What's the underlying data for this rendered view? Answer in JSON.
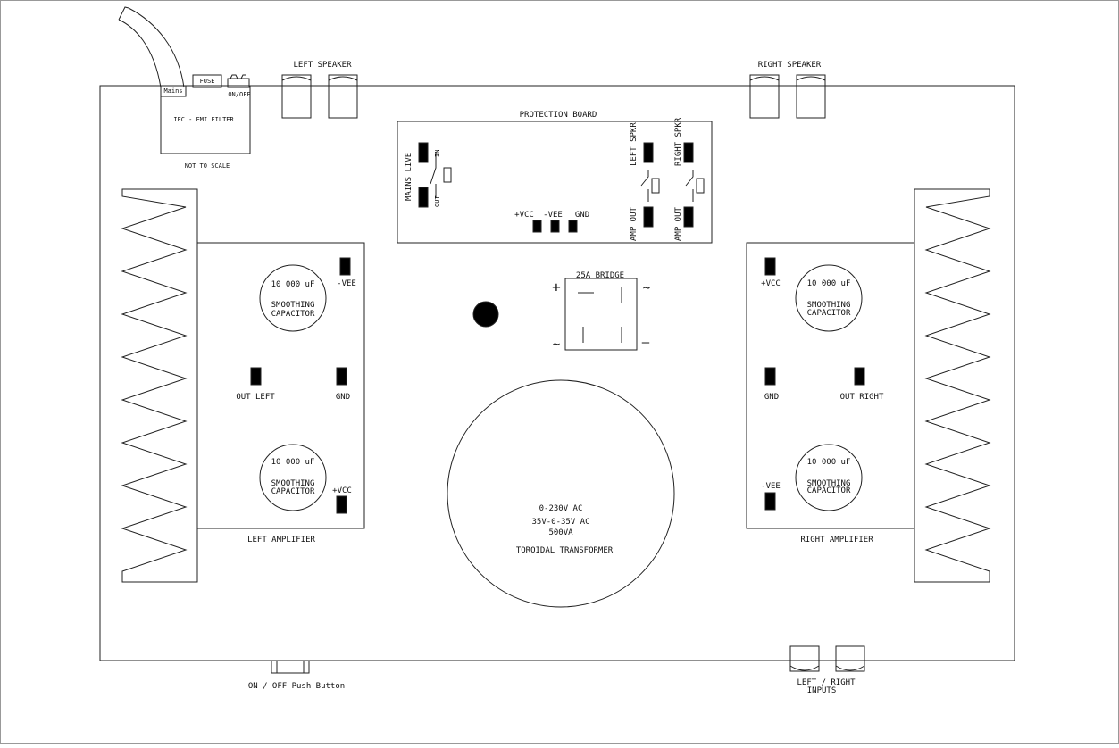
{
  "colors": {
    "line": "#222222",
    "background": "#ffffff",
    "fill": "#000000"
  },
  "labels": {
    "left_speaker": "LEFT SPEAKER",
    "right_speaker": "RIGHT SPEAKER",
    "mains": "Mains",
    "fuse": "FUSE",
    "on_off_switch": "ON/OFF",
    "iec_filter": "IEC - EMI FILTER",
    "not_to_scale": "NOT TO SCALE",
    "protection_board": "PROTECTION BOARD",
    "mains_live": "MAINS LIVE",
    "relay_in": "IN",
    "relay_out": "OUT",
    "left_spkr": "LEFT  SPKR",
    "right_spkr": "RIGHT SPKR",
    "amp_out_left": "AMP OUT",
    "amp_out_right": "AMP OUT",
    "pb_vcc": "+VCC",
    "pb_vee": "-VEE",
    "pb_gnd": "GND",
    "bridge": "25A BRIDGE",
    "bridge_plus": "+",
    "bridge_minus": "—",
    "bridge_ac": "~",
    "cap_value": "10 000 uF",
    "cap_name_1": "SMOOTHING",
    "cap_name_2": "CAPACITOR",
    "left_vee": "-VEE",
    "left_out": "OUT LEFT",
    "left_gnd": "GND",
    "left_vcc": "+VCC",
    "left_amplifier": "LEFT AMPLIFIER",
    "right_vcc": "+VCC",
    "right_gnd": "GND",
    "right_out": "OUT RIGHT",
    "right_vee": "-VEE",
    "right_amplifier": "RIGHT AMPLIFIER",
    "transformer_primary": "0-230V AC",
    "transformer_secondary": "35V-0-35V AC",
    "transformer_power": "500VA",
    "transformer_name": "TOROIDAL TRANSFORMER",
    "push_button": "ON / OFF Push Button",
    "inputs_1": "LEFT / RIGHT",
    "inputs_2": "INPUTS"
  }
}
